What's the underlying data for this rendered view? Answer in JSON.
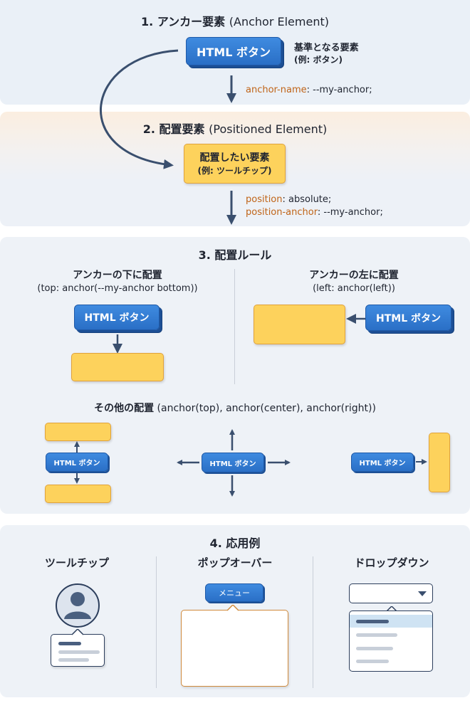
{
  "section1": {
    "title_num": "1. アンカー要素",
    "title_en": "(Anchor Element)",
    "anchor_button": "HTML ボタン",
    "note_main": "基準となる要素",
    "note_sub": "(例: ボタン)",
    "code_prop": "anchor-name",
    "code_value": ": --my-anchor;"
  },
  "section2": {
    "title_num": "2. 配置要素",
    "title_en": "(Positioned Element)",
    "box_main": "配置したい要素",
    "box_sub": "(例: ツールチップ)",
    "code_lines": [
      {
        "prop": "position",
        "value": ": absolute;"
      },
      {
        "prop": "position-anchor",
        "value": ": --my-anchor;"
      }
    ]
  },
  "section3": {
    "title": "3. 配置ルール",
    "below": {
      "heading": "アンカーの下に配置",
      "code": "(top: anchor(--my-anchor bottom))",
      "button": "HTML ボタン"
    },
    "left": {
      "heading": "アンカーの左に配置",
      "code": "(left: anchor(left))",
      "button": "HTML ボタン"
    },
    "other": {
      "heading_jp": "その他の配置",
      "heading_code": "(anchor(top), anchor(center), anchor(right))",
      "buttons": [
        "HTML ボタン",
        "HTML ボタン",
        "HTML ボタン"
      ]
    }
  },
  "section4": {
    "title": "4. 応用例",
    "examples": [
      {
        "label": "ツールチップ"
      },
      {
        "label": "ポップオーバー",
        "button": "メニュー"
      },
      {
        "label": "ドロップダウン"
      }
    ]
  },
  "colors": {
    "button_blue": "#2f78d0",
    "positioned_yellow": "#fdd25c",
    "code_property_orange": "#c06418",
    "arrow_navy": "#3a4f6e"
  }
}
